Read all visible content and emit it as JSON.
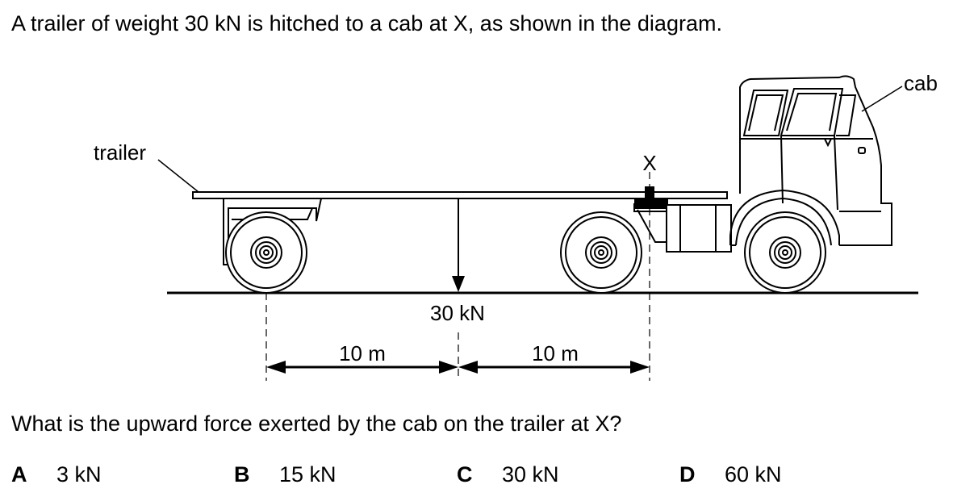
{
  "question": {
    "stem": "A trailer of weight 30 kN is hitched to a cab at X, as shown in the diagram.",
    "prompt": "What is the upward force exerted by the cab on the trailer at X?"
  },
  "diagram": {
    "label_trailer": "trailer",
    "label_cab": "cab",
    "label_hitch": "X",
    "label_force": "30 kN",
    "label_dist_left": "10 m",
    "label_dist_right": "10 m"
  },
  "options": [
    {
      "letter": "A",
      "text": "3 kN"
    },
    {
      "letter": "B",
      "text": "15 kN"
    },
    {
      "letter": "C",
      "text": "30 kN"
    },
    {
      "letter": "D",
      "text": "60 kN"
    }
  ]
}
